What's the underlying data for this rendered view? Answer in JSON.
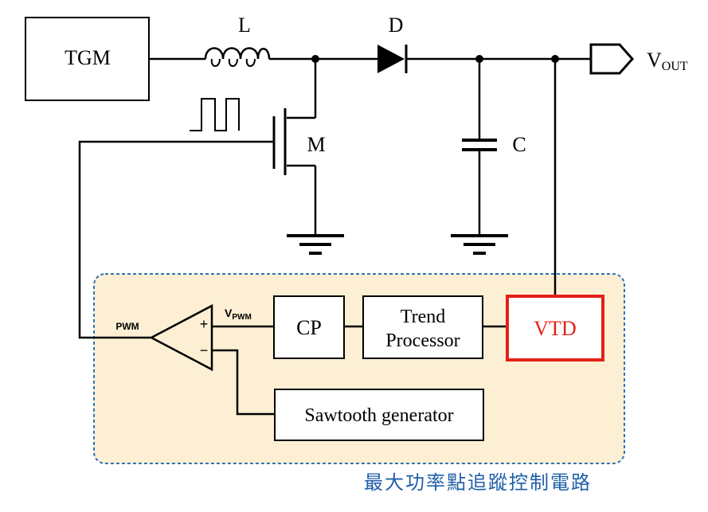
{
  "labels": {
    "tgm": "TGM",
    "inductor": "L",
    "diode": "D",
    "mosfet": "M",
    "capacitor": "C",
    "vout_main": "V",
    "vout_sub": "OUT",
    "pwm": "PWM",
    "vpwm_main": "V",
    "vpwm_sub": "PWM",
    "plus": "+",
    "minus": "−",
    "cp": "CP",
    "trend_line1": "Trend",
    "trend_line2": "Processor",
    "vtd": "VTD",
    "sawtooth": "Sawtooth generator",
    "region_caption": "最大功率點追蹤控制電路"
  },
  "colors": {
    "wire": "#000000",
    "region_fill": "#fcefd4",
    "region_border": "#2e75b6",
    "caption": "#1f5fa8",
    "vtd_border": "#e32119",
    "vtd_text": "#e32119"
  }
}
